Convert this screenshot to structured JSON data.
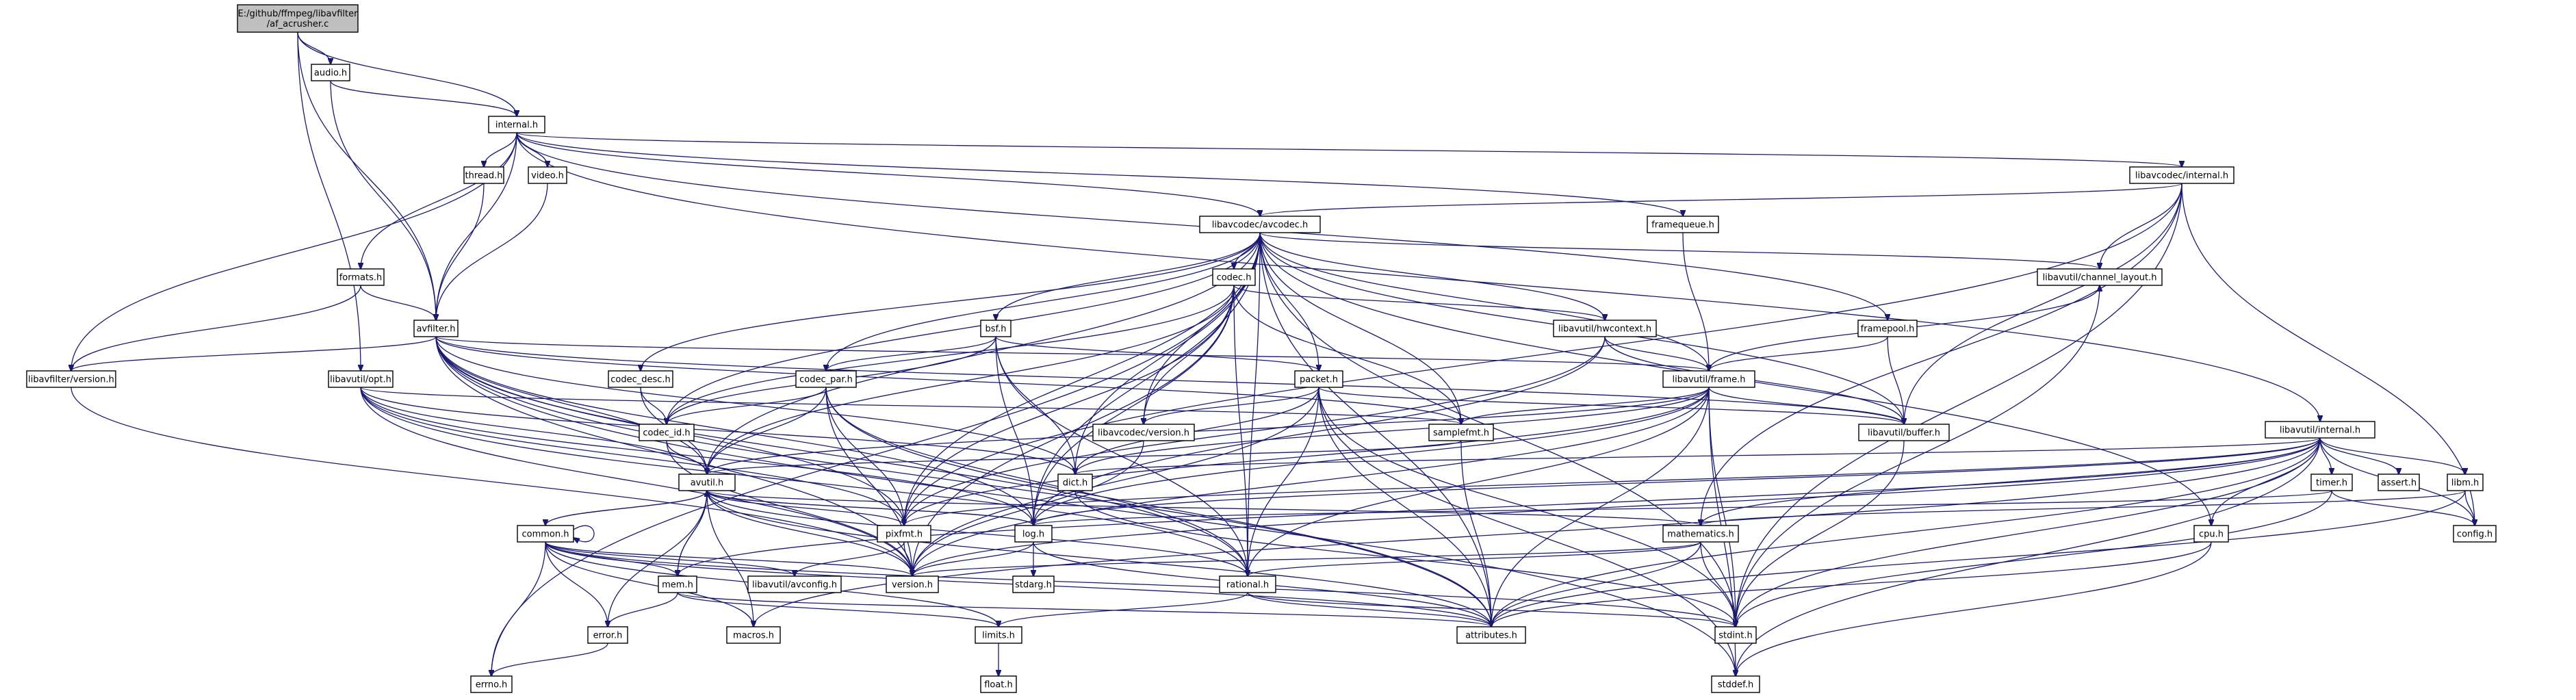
{
  "colors": {
    "edge": "#191970",
    "root_fill": "#bfbfbf",
    "node_fill": "#ffffff",
    "node_border": "#000000",
    "highlight_border": "#ff0000",
    "unexpanded_border": "#bfbfbf"
  },
  "nodes": [
    {
      "id": "root",
      "label": "E:/github/ffmpeg/libavfilter\n/af_acrusher.c",
      "style": "root"
    },
    {
      "id": "audio",
      "label": "audio.h",
      "style": "normal"
    },
    {
      "id": "internal",
      "label": "internal.h",
      "style": "normal"
    },
    {
      "id": "thread",
      "label": "thread.h",
      "style": "normal"
    },
    {
      "id": "video",
      "label": "video.h",
      "style": "normal"
    },
    {
      "id": "avc_internal",
      "label": "libavcodec/internal.h",
      "style": "normal"
    },
    {
      "id": "avcodec",
      "label": "libavcodec/avcodec.h",
      "style": "normal"
    },
    {
      "id": "framequeue",
      "label": "framequeue.h",
      "style": "normal"
    },
    {
      "id": "formats",
      "label": "formats.h",
      "style": "normal"
    },
    {
      "id": "avfilter",
      "label": "avfilter.h",
      "style": "normal"
    },
    {
      "id": "codec",
      "label": "codec.h",
      "style": "normal"
    },
    {
      "id": "channel_layout",
      "label": "libavutil/channel_layout.h",
      "style": "normal"
    },
    {
      "id": "bsf",
      "label": "bsf.h",
      "style": "normal"
    },
    {
      "id": "hwcontext",
      "label": "libavutil/hwcontext.h",
      "style": "normal"
    },
    {
      "id": "framepool",
      "label": "framepool.h",
      "style": "normal"
    },
    {
      "id": "lavfi_version",
      "label": "libavfilter/version.h",
      "style": "normal"
    },
    {
      "id": "opt",
      "label": "libavutil/opt.h",
      "style": "normal"
    },
    {
      "id": "codec_desc",
      "label": "codec_desc.h",
      "style": "normal"
    },
    {
      "id": "codec_par",
      "label": "codec_par.h",
      "style": "normal"
    },
    {
      "id": "packet",
      "label": "packet.h",
      "style": "normal"
    },
    {
      "id": "frame",
      "label": "libavutil/frame.h",
      "style": "normal"
    },
    {
      "id": "avu_internal",
      "label": "libavutil/internal.h",
      "style": "normal"
    },
    {
      "id": "codec_id",
      "label": "codec_id.h",
      "style": "normal"
    },
    {
      "id": "avc_version",
      "label": "libavcodec/version.h",
      "style": "normal"
    },
    {
      "id": "samplefmt",
      "label": "samplefmt.h",
      "style": "normal"
    },
    {
      "id": "buffer",
      "label": "libavutil/buffer.h",
      "style": "normal"
    },
    {
      "id": "avutil",
      "label": "avutil.h",
      "style": "normal"
    },
    {
      "id": "dict",
      "label": "dict.h",
      "style": "normal"
    },
    {
      "id": "timer",
      "label": "timer.h",
      "style": "highlight"
    },
    {
      "id": "assert",
      "label": "assert.h",
      "style": "unexpanded"
    },
    {
      "id": "libm",
      "label": "libm.h",
      "style": "highlight"
    },
    {
      "id": "common",
      "label": "common.h",
      "style": "highlight"
    },
    {
      "id": "pixfmt",
      "label": "pixfmt.h",
      "style": "normal"
    },
    {
      "id": "log",
      "label": "log.h",
      "style": "normal"
    },
    {
      "id": "mathematics",
      "label": "mathematics.h",
      "style": "highlight"
    },
    {
      "id": "cpu",
      "label": "cpu.h",
      "style": "normal"
    },
    {
      "id": "config",
      "label": "config.h",
      "style": "unexpanded"
    },
    {
      "id": "mem",
      "label": "mem.h",
      "style": "normal"
    },
    {
      "id": "avconfig",
      "label": "libavutil/avconfig.h",
      "style": "unexpanded"
    },
    {
      "id": "version",
      "label": "version.h",
      "style": "normal"
    },
    {
      "id": "stdarg",
      "label": "stdarg.h",
      "style": "unexpanded"
    },
    {
      "id": "rational",
      "label": "rational.h",
      "style": "normal"
    },
    {
      "id": "error",
      "label": "error.h",
      "style": "normal"
    },
    {
      "id": "macros",
      "label": "macros.h",
      "style": "normal"
    },
    {
      "id": "limits",
      "label": "limits.h",
      "style": "unexpanded"
    },
    {
      "id": "attributes",
      "label": "attributes.h",
      "style": "normal"
    },
    {
      "id": "stdint",
      "label": "stdint.h",
      "style": "unexpanded"
    },
    {
      "id": "errno",
      "label": "errno.h",
      "style": "unexpanded"
    },
    {
      "id": "float",
      "label": "float.h",
      "style": "unexpanded"
    },
    {
      "id": "stddef",
      "label": "stddef.h",
      "style": "unexpanded"
    }
  ],
  "edges": [
    [
      "root",
      "audio"
    ],
    [
      "root",
      "internal"
    ],
    [
      "root",
      "avfilter"
    ],
    [
      "root",
      "opt"
    ],
    [
      "audio",
      "internal"
    ],
    [
      "audio",
      "avfilter"
    ],
    [
      "internal",
      "thread"
    ],
    [
      "internal",
      "video"
    ],
    [
      "internal",
      "avc_internal"
    ],
    [
      "internal",
      "avcodec"
    ],
    [
      "internal",
      "framequeue"
    ],
    [
      "internal",
      "formats"
    ],
    [
      "internal",
      "avfilter"
    ],
    [
      "internal",
      "lavfi_version"
    ],
    [
      "internal",
      "framepool"
    ],
    [
      "internal",
      "avu_internal"
    ],
    [
      "thread",
      "avfilter"
    ],
    [
      "video",
      "avfilter"
    ],
    [
      "avc_internal",
      "avcodec"
    ],
    [
      "avc_internal",
      "channel_layout"
    ],
    [
      "avc_internal",
      "buffer"
    ],
    [
      "avc_internal",
      "config"
    ],
    [
      "avc_internal",
      "pixfmt"
    ],
    [
      "avc_internal",
      "mathematics"
    ],
    [
      "avc_internal",
      "stdint"
    ],
    [
      "avcodec",
      "codec"
    ],
    [
      "avcodec",
      "bsf"
    ],
    [
      "avcodec",
      "codec_desc"
    ],
    [
      "avcodec",
      "codec_par"
    ],
    [
      "avcodec",
      "packet"
    ],
    [
      "avcodec",
      "codec_id"
    ],
    [
      "avcodec",
      "avc_version"
    ],
    [
      "avcodec",
      "samplefmt"
    ],
    [
      "avcodec",
      "buffer"
    ],
    [
      "avcodec",
      "frame"
    ],
    [
      "avcodec",
      "hwcontext"
    ],
    [
      "avcodec",
      "channel_layout"
    ],
    [
      "avcodec",
      "avutil"
    ],
    [
      "avcodec",
      "dict"
    ],
    [
      "avcodec",
      "pixfmt"
    ],
    [
      "avcodec",
      "log"
    ],
    [
      "avcodec",
      "rational"
    ],
    [
      "avcodec",
      "cpu"
    ],
    [
      "avcodec",
      "attributes"
    ],
    [
      "avcodec",
      "errno"
    ],
    [
      "avcodec",
      "stdint"
    ],
    [
      "framequeue",
      "frame"
    ],
    [
      "formats",
      "avfilter"
    ],
    [
      "formats",
      "lavfi_version"
    ],
    [
      "avfilter",
      "lavfi_version"
    ],
    [
      "avfilter",
      "avutil"
    ],
    [
      "avfilter",
      "dict"
    ],
    [
      "avfilter",
      "log"
    ],
    [
      "avfilter",
      "pixfmt"
    ],
    [
      "avfilter",
      "rational"
    ],
    [
      "avfilter",
      "buffer"
    ],
    [
      "avfilter",
      "frame"
    ],
    [
      "avfilter",
      "samplefmt"
    ],
    [
      "avfilter",
      "attributes"
    ],
    [
      "avfilter",
      "stddef"
    ],
    [
      "avfilter",
      "version"
    ],
    [
      "codec",
      "codec_id"
    ],
    [
      "codec",
      "avc_version"
    ],
    [
      "codec",
      "hwcontext"
    ],
    [
      "codec",
      "avutil"
    ],
    [
      "codec",
      "log"
    ],
    [
      "codec",
      "rational"
    ],
    [
      "codec",
      "pixfmt"
    ],
    [
      "codec",
      "samplefmt"
    ],
    [
      "codec",
      "version"
    ],
    [
      "channel_layout",
      "stdint"
    ],
    [
      "bsf",
      "codec_id"
    ],
    [
      "bsf",
      "codec_par"
    ],
    [
      "bsf",
      "packet"
    ],
    [
      "bsf",
      "dict"
    ],
    [
      "bsf",
      "log"
    ],
    [
      "bsf",
      "rational"
    ],
    [
      "hwcontext",
      "frame"
    ],
    [
      "hwcontext",
      "buffer"
    ],
    [
      "hwcontext",
      "log"
    ],
    [
      "hwcontext",
      "pixfmt"
    ],
    [
      "framepool",
      "frame"
    ],
    [
      "framepool",
      "buffer"
    ],
    [
      "lavfi_version",
      "version"
    ],
    [
      "opt",
      "samplefmt"
    ],
    [
      "opt",
      "avutil"
    ],
    [
      "opt",
      "dict"
    ],
    [
      "opt",
      "log"
    ],
    [
      "opt",
      "pixfmt"
    ],
    [
      "opt",
      "rational"
    ],
    [
      "opt",
      "version"
    ],
    [
      "codec_desc",
      "codec_id"
    ],
    [
      "codec_desc",
      "avutil"
    ],
    [
      "codec_par",
      "codec_id"
    ],
    [
      "codec_par",
      "avutil"
    ],
    [
      "codec_par",
      "pixfmt"
    ],
    [
      "codec_par",
      "rational"
    ],
    [
      "codec_par",
      "version"
    ],
    [
      "codec_par",
      "attributes"
    ],
    [
      "packet",
      "avc_version"
    ],
    [
      "packet",
      "buffer"
    ],
    [
      "packet",
      "dict"
    ],
    [
      "packet",
      "rational"
    ],
    [
      "packet",
      "version"
    ],
    [
      "packet",
      "attributes"
    ],
    [
      "packet",
      "stddef"
    ],
    [
      "packet",
      "stdint"
    ],
    [
      "frame",
      "avutil"
    ],
    [
      "frame",
      "buffer"
    ],
    [
      "frame",
      "channel_layout"
    ],
    [
      "frame",
      "dict"
    ],
    [
      "frame",
      "rational"
    ],
    [
      "frame",
      "samplefmt"
    ],
    [
      "frame",
      "pixfmt"
    ],
    [
      "frame",
      "version"
    ],
    [
      "frame",
      "log"
    ],
    [
      "frame",
      "stddef"
    ],
    [
      "frame",
      "stdint"
    ],
    [
      "frame",
      "attributes"
    ],
    [
      "avu_internal",
      "timer"
    ],
    [
      "avu_internal",
      "assert"
    ],
    [
      "avu_internal",
      "libm"
    ],
    [
      "avu_internal",
      "config"
    ],
    [
      "avu_internal",
      "cpu"
    ],
    [
      "avu_internal",
      "dict"
    ],
    [
      "avu_internal",
      "pixfmt"
    ],
    [
      "avu_internal",
      "log"
    ],
    [
      "avu_internal",
      "mathematics"
    ],
    [
      "avu_internal",
      "mem"
    ],
    [
      "avu_internal",
      "version"
    ],
    [
      "avu_internal",
      "macros"
    ],
    [
      "avu_internal",
      "attributes"
    ],
    [
      "avu_internal",
      "stddef"
    ],
    [
      "avu_internal",
      "stdint"
    ],
    [
      "codec_id",
      "avutil"
    ],
    [
      "codec_id",
      "version"
    ],
    [
      "avc_version",
      "version"
    ],
    [
      "samplefmt",
      "avutil"
    ],
    [
      "samplefmt",
      "attributes"
    ],
    [
      "buffer",
      "stdint"
    ],
    [
      "avutil",
      "common"
    ],
    [
      "avutil",
      "rational"
    ],
    [
      "avutil",
      "version"
    ],
    [
      "avutil",
      "macros"
    ],
    [
      "avutil",
      "mathematics"
    ],
    [
      "avutil",
      "log"
    ],
    [
      "avutil",
      "pixfmt"
    ],
    [
      "avutil",
      "error"
    ],
    [
      "avutil",
      "mem"
    ],
    [
      "avutil",
      "attributes"
    ],
    [
      "dict",
      "stdint"
    ],
    [
      "timer",
      "config"
    ],
    [
      "timer",
      "log"
    ],
    [
      "timer",
      "stdint"
    ],
    [
      "libm",
      "config"
    ],
    [
      "libm",
      "attributes"
    ],
    [
      "libm",
      "mathematics"
    ],
    [
      "common",
      "common"
    ],
    [
      "common",
      "attributes"
    ],
    [
      "common",
      "macros"
    ],
    [
      "common",
      "version"
    ],
    [
      "common",
      "avconfig"
    ],
    [
      "common",
      "error"
    ],
    [
      "common",
      "mem"
    ],
    [
      "common",
      "limits"
    ],
    [
      "common",
      "stdint"
    ],
    [
      "common",
      "errno"
    ],
    [
      "common",
      "avutil"
    ],
    [
      "pixfmt",
      "avconfig"
    ],
    [
      "pixfmt",
      "version"
    ],
    [
      "log",
      "stdarg"
    ],
    [
      "log",
      "version"
    ],
    [
      "log",
      "avutil"
    ],
    [
      "log",
      "attributes"
    ],
    [
      "mathematics",
      "rational"
    ],
    [
      "mathematics",
      "attributes"
    ],
    [
      "mathematics",
      "version"
    ],
    [
      "mathematics",
      "stdint"
    ],
    [
      "cpu",
      "attributes"
    ],
    [
      "cpu",
      "stddef"
    ],
    [
      "mem",
      "error"
    ],
    [
      "mem",
      "avutil"
    ],
    [
      "mem",
      "attributes"
    ],
    [
      "mem",
      "limits"
    ],
    [
      "rational",
      "limits"
    ],
    [
      "rational",
      "stdint"
    ],
    [
      "rational",
      "attributes"
    ],
    [
      "error",
      "errno"
    ],
    [
      "limits",
      "float"
    ]
  ]
}
